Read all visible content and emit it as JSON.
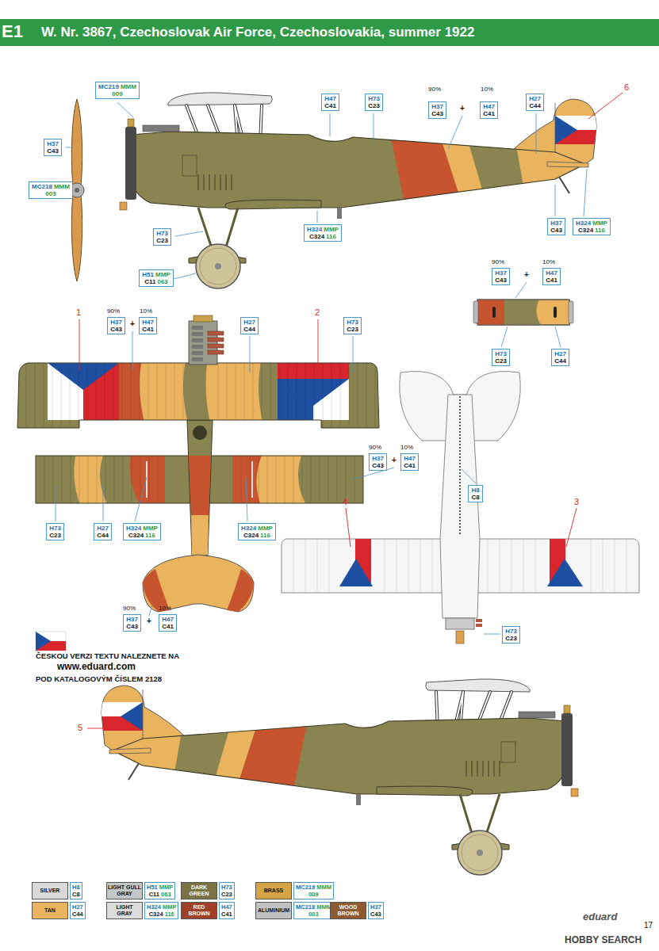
{
  "diagram": {
    "title": "W. Nr. 3867, Czechoslovak Air Force, Czechoslovakia, summer 1922",
    "nodes": [
      {
        "text": [
          "MC219",
          "MMM",
          "009"
        ]
      },
      {
        "text": [
          "H37",
          "C43"
        ]
      },
      {
        "text": [
          "MC218",
          "MMM",
          "003"
        ]
      },
      {
        "text": [
          "H47",
          "C41"
        ]
      },
      {
        "text": [
          "H73",
          "C23"
        ]
      },
      {
        "text": [
          "H37",
          "C43"
        ]
      },
      {
        "text": [
          "H47",
          "C41"
        ]
      },
      {
        "text": [
          "H27",
          "C44"
        ]
      },
      {
        "text": [
          "H73",
          "C23"
        ]
      },
      {
        "text": [
          "H324",
          "MMP",
          "C324",
          "116"
        ]
      },
      {
        "text": [
          "H51",
          "MMP",
          "C11",
          "063"
        ]
      },
      {
        "text": [
          "H37",
          "C43"
        ]
      },
      {
        "text": [
          "H324",
          "MMP",
          "C324",
          "116"
        ]
      },
      {
        "text": [
          "H37",
          "C43"
        ]
      },
      {
        "text": [
          "H47",
          "C41"
        ]
      },
      {
        "text": [
          "H73",
          "C23"
        ]
      },
      {
        "text": [
          "H27",
          "C44"
        ]
      },
      {
        "text": [
          "H37",
          "C43"
        ]
      },
      {
        "text": [
          "H47",
          "C41"
        ]
      },
      {
        "text": [
          "H27",
          "C44"
        ]
      },
      {
        "text": [
          "H73",
          "C23"
        ]
      },
      {
        "text": [
          "H73",
          "C23"
        ]
      },
      {
        "text": [
          "H27",
          "C44"
        ]
      },
      {
        "text": [
          "H324",
          "MMP",
          "C324",
          "116"
        ]
      },
      {
        "text": [
          "H324",
          "MMP",
          "C324",
          "116"
        ]
      },
      {
        "text": [
          "H37",
          "C43"
        ]
      },
      {
        "text": [
          "H47",
          "C41"
        ]
      },
      {
        "text": [
          "H37",
          "C43"
        ]
      },
      {
        "text": [
          "H47",
          "C41"
        ]
      },
      {
        "text": [
          "H8",
          "C8"
        ]
      },
      {
        "text": [
          "H73",
          "C23"
        ]
      }
    ],
    "labels": [
      "E1",
      "6",
      "90%",
      "+",
      "10%",
      "90%",
      "+",
      "10%",
      "1",
      "90%",
      "+",
      "10%",
      "2",
      "90%",
      "+",
      "10%",
      "4",
      "3",
      "90%",
      "+",
      "10%",
      "ČESKOU VERZI TEXTU NALEZNETE NA",
      "www.eduard.com",
      "POD KATALOGOVÝM ČÍSLEM 2128",
      "5",
      "H8",
      "C8",
      "H51",
      "MMP",
      "C11",
      "063",
      "H73",
      "C23",
      "MC219",
      "MMM",
      "009",
      "H27",
      "C44",
      "H324",
      "MMP",
      "C324",
      "116",
      "H47",
      "C41",
      "MC218",
      "MMM",
      "003",
      "H37",
      "C43",
      "eduard",
      "17",
      "HOBBY SEARCH"
    ],
    "legend": [
      {
        "text": "SILVER",
        "color": "#d9d9d9"
      },
      {
        "text": "LIGHT GULL GRAY",
        "color": "#c4c7c8"
      },
      {
        "text": "DARK GREEN",
        "color": "#7a7445"
      },
      {
        "text": "BRASS",
        "color": "#d6a545"
      },
      {
        "text": "TAN",
        "color": "#eab35e"
      },
      {
        "text": "LIGHT GRAY",
        "color": "#dcdcdc"
      },
      {
        "text": "RED BROWN",
        "color": "#9e4128"
      },
      {
        "text": "ALUMINIUM",
        "color": "#bfc1c2"
      },
      {
        "text": "WOOD BROWN",
        "color": "#8d5a32"
      }
    ]
  }
}
